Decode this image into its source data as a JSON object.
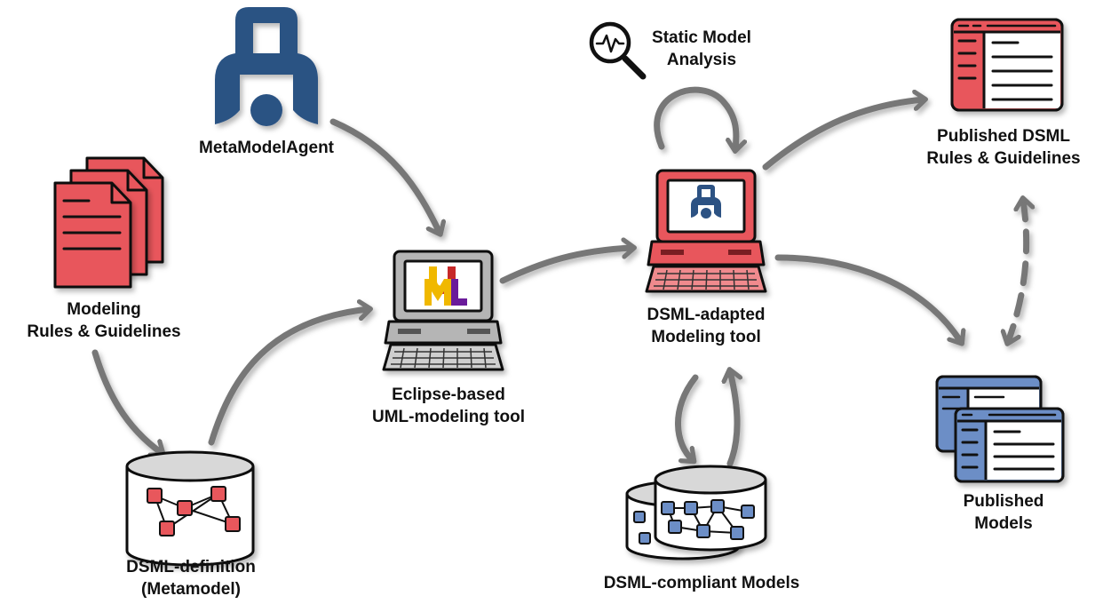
{
  "colors": {
    "accent_red": "#e8575c",
    "accent_blue": "#6c8ec6",
    "agent_blue": "#2c5283",
    "arrow_gray": "#777777",
    "outline": "#111111",
    "screen_gray": "#c7c7c7"
  },
  "nodes": {
    "agent": {
      "label": "MetaModelAgent",
      "icon": "person-icon"
    },
    "rules": {
      "label_lines": [
        "Modeling",
        "Rules & Guidelines"
      ],
      "icon": "documents-icon"
    },
    "metamodel": {
      "label_lines": [
        "DSML-definition",
        "(Metamodel)"
      ],
      "icon": "database-icon"
    },
    "uml_tool": {
      "label_lines": [
        "Eclipse-based",
        "UML-modeling tool"
      ],
      "icon": "uml-computer-icon"
    },
    "analysis": {
      "label_lines": [
        "Static Model",
        "Analysis"
      ],
      "icon": "magnifier-icon"
    },
    "dsml_tool": {
      "label_lines": [
        "DSML-adapted",
        "Modeling tool"
      ],
      "icon": "agent-computer-icon"
    },
    "models": {
      "label": "DSML-compliant Models",
      "icon": "databases-icon"
    },
    "pub_rules": {
      "label_lines": [
        "Published DSML",
        "Rules & Guidelines"
      ],
      "icon": "window-icon"
    },
    "pub_models": {
      "label_lines": [
        "Published",
        "Models"
      ],
      "icon": "windows-icon"
    }
  },
  "edges": [
    {
      "from": "agent",
      "to": "uml_tool",
      "style": "solid"
    },
    {
      "from": "rules",
      "to": "metamodel",
      "style": "solid"
    },
    {
      "from": "metamodel",
      "to": "uml_tool",
      "style": "solid"
    },
    {
      "from": "uml_tool",
      "to": "dsml_tool",
      "style": "solid"
    },
    {
      "from": "dsml_tool",
      "to": "dsml_tool",
      "style": "solid"
    },
    {
      "from": "dsml_tool",
      "to": "pub_rules",
      "style": "solid"
    },
    {
      "from": "dsml_tool",
      "to": "pub_models",
      "style": "solid"
    },
    {
      "from": "dsml_tool",
      "to": "models",
      "style": "solid"
    },
    {
      "from": "models",
      "to": "dsml_tool",
      "style": "solid"
    },
    {
      "from": "pub_rules",
      "to": "pub_models",
      "style": "dashed-bidirectional"
    }
  ]
}
